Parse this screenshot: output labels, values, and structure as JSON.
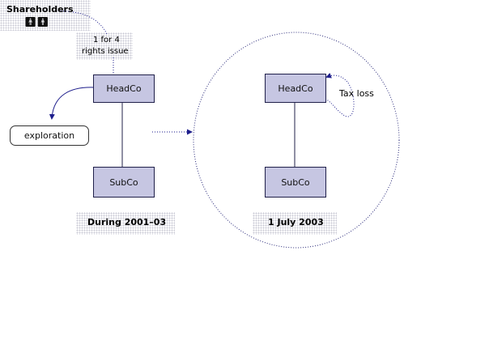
{
  "shareholders": {
    "label": "Shareholders",
    "icon": "two-people-icon"
  },
  "rights_issue": {
    "line1": "1 for 4",
    "line2": "rights issue"
  },
  "before": {
    "parent": "HeadCo",
    "subsidiary": "SubCo",
    "activity": "exploration",
    "period": "During 2001–03"
  },
  "after": {
    "parent": "HeadCo",
    "subsidiary": "SubCo",
    "annotation": "Tax loss",
    "date": "1 July 2003"
  },
  "colors": {
    "box_fill": "#c6c6e2",
    "box_border": "#20204a",
    "arrow": "#1e1e8c",
    "circle": "#2a2a7a"
  }
}
